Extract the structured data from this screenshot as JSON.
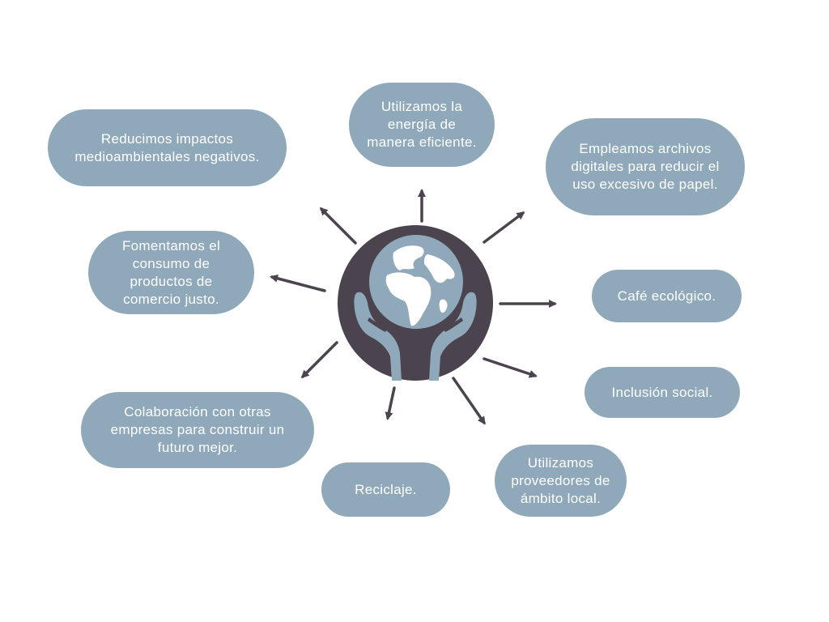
{
  "colors": {
    "pill": "#8fa9bb",
    "pill_text": "#ffffff",
    "arrow": "#4b434d",
    "hub_dark": "#4b434d",
    "globe_ocean": "#8fa9bb",
    "globe_land": "#ffffff"
  },
  "center": {
    "icon": "hands-holding-globe-icon"
  },
  "pills": {
    "energy": "Utilizamos la energía de manera eficiente.",
    "impacts": "Reducimos impactos medioambientales negativos.",
    "digital": "Empleamos archivos digitales para reducir el uso excesivo de papel.",
    "fairtrade": "Fomentamos el consumo de productos de comercio justo.",
    "coffee": "Café ecológico.",
    "inclusion": "Inclusión social.",
    "collaboration": "Colaboración con otras empresas para construir un futuro mejor.",
    "recycling": "Reciclaje.",
    "local": "Utilizamos proveedores de ámbito local."
  }
}
